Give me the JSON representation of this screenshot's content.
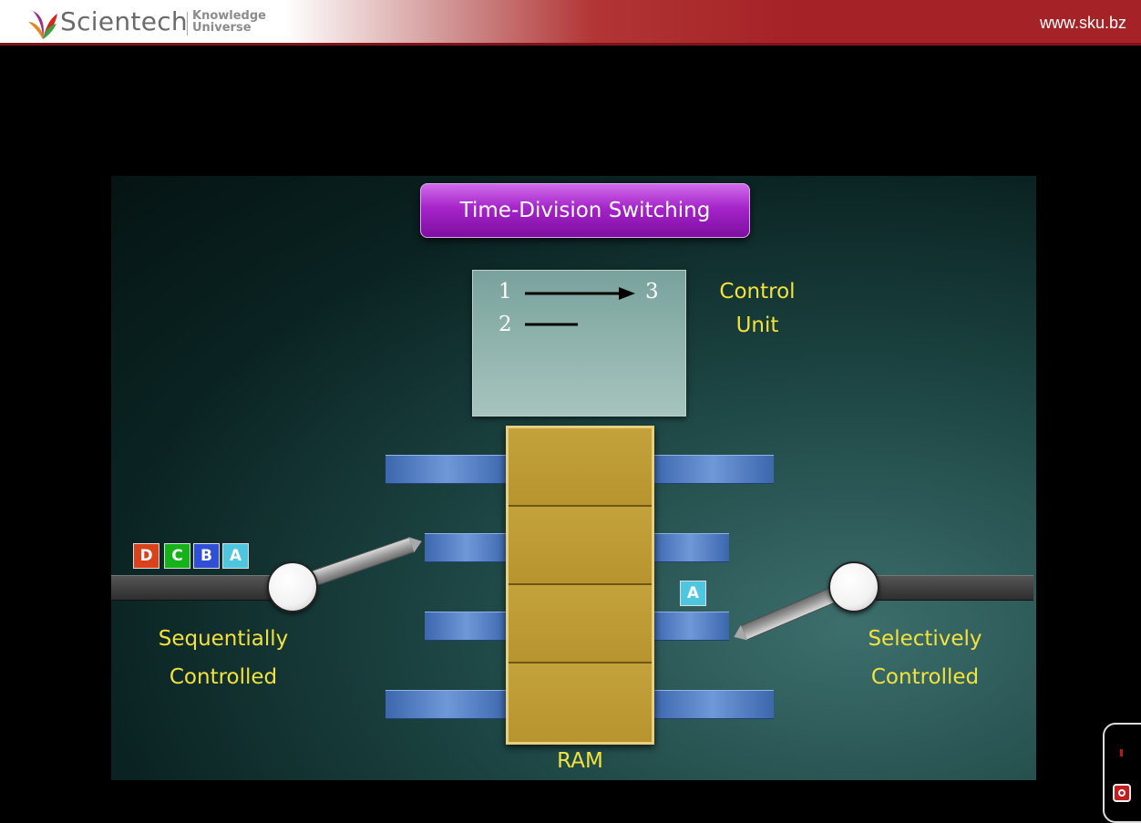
{
  "header": {
    "brand_name": "Scientech",
    "brand_tag_line1": "Knowledge",
    "brand_tag_line2": "Universe",
    "url": "www.sku.bz",
    "colors": {
      "bar": "#a52226",
      "brand_text": "#6b6b6b"
    }
  },
  "diagram": {
    "title": "Time-Division Switching",
    "control_unit": {
      "label_line1": "Control",
      "label_line2": "Unit",
      "mapping": [
        {
          "from": "1",
          "to": "3"
        },
        {
          "from": "2",
          "to": ""
        }
      ]
    },
    "memory_label": "RAM",
    "input_frames": [
      {
        "label": "D",
        "color": "#d9431b"
      },
      {
        "label": "C",
        "color": "#16b21a"
      },
      {
        "label": "B",
        "color": "#2f4fd6"
      },
      {
        "label": "A",
        "color": "#4fc6df"
      }
    ],
    "output_frame": {
      "label": "A",
      "color": "#4fc6df"
    },
    "left_caption_line1": "Sequentially",
    "left_caption_line2": "Controlled",
    "right_caption_line1": "Selectively",
    "right_caption_line2": "Controlled",
    "colors": {
      "title_bg": "#a524c9",
      "text_accent": "#f3e23c",
      "ram": "#c8a63f",
      "bar": "#4f7bc4"
    }
  },
  "player": {
    "control_icon": "record-stop-icon",
    "indicator_icon": "pause-indicator-icon"
  }
}
